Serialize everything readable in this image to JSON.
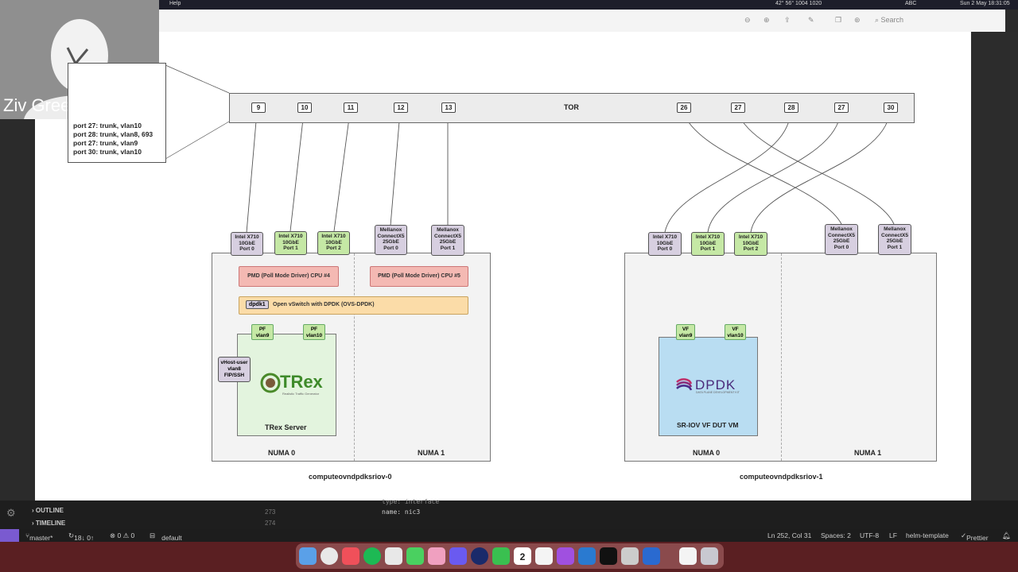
{
  "menubar": {
    "help": "Help",
    "coords": "42° 56° 1004   1020",
    "lang": "ABC",
    "datetime": "Sun 2 May  18:31:05"
  },
  "toolbar": {
    "search": "Search"
  },
  "presenter": {
    "name": "Ziv Greenberg"
  },
  "legend": {
    "lines": [
      "port 27:  trunk, vlan10",
      "port 28:  trunk, vlan8, 693",
      "port 27:  trunk, vlan9",
      "port 30: trunk, vlan10"
    ]
  },
  "tor": {
    "label": "TOR",
    "left_ports": [
      "9",
      "10",
      "11",
      "12",
      "13"
    ],
    "right_ports": [
      "26",
      "27",
      "28",
      "27",
      "30"
    ]
  },
  "server0": {
    "nics": [
      {
        "l1": "Intel X710",
        "l2": "10GbE",
        "l3": "Port 0"
      },
      {
        "l1": "Intel X710",
        "l2": "10GbE",
        "l3": "Port 1"
      },
      {
        "l1": "Intel X710",
        "l2": "10GbE",
        "l3": "Port 2"
      },
      {
        "l1": "Mellanox",
        "l2": "ConnectX5",
        "l3": "25GbE",
        "l4": "Port 0"
      },
      {
        "l1": "Mellanox",
        "l2": "ConnectX5",
        "l3": "25GbE",
        "l4": "Port 1"
      }
    ],
    "pmd4": "PMD (Poll Mode Driver) CPU #4",
    "pmd5": "PMD (Poll Mode Driver) CPU #5",
    "dpdk1": "dpdk1",
    "ovs": "Open vSwitch with DPDK (OVS-DPDK)",
    "pf1": {
      "l1": "PF",
      "l2": "vlan9"
    },
    "pf2": {
      "l1": "PF",
      "l2": "vlan10"
    },
    "vhost": {
      "l1": "vHost-user",
      "l2": "vlan8",
      "l3": "FIP/SSH"
    },
    "trex_logo": "TRex",
    "trex_tagline": "Realistic Traffic Generator",
    "trex_label": "TRex Server",
    "numa0": "NUMA 0",
    "numa1": "NUMA 1",
    "hostname": "computeovndpdksriov-0"
  },
  "server1": {
    "nics": [
      {
        "l1": "Intel X710",
        "l2": "10GbE",
        "l3": "Port 0"
      },
      {
        "l1": "Intel X710",
        "l2": "10GbE",
        "l3": "Port 1"
      },
      {
        "l1": "Intel X710",
        "l2": "10GbE",
        "l3": "Port 2"
      },
      {
        "l1": "Mellanox",
        "l2": "ConnectX5",
        "l3": "25GbE",
        "l4": "Port 0"
      },
      {
        "l1": "Mellanox",
        "l2": "ConnectX5",
        "l3": "25GbE",
        "l4": "Port 1"
      }
    ],
    "vf1": {
      "l1": "VF",
      "l2": "vlan9"
    },
    "vf2": {
      "l1": "VF",
      "l2": "vlan10"
    },
    "dpdk_logo": "DPDK",
    "dpdk_tagline": "DATA PLANE DEVELOPMENT KIT",
    "vm_label": "SR-IOV VF  DUT VM",
    "numa0": "NUMA 0",
    "numa1": "NUMA 1",
    "hostname": "computeovndpdksriov-1"
  },
  "ide": {
    "outline": "OUTLINE",
    "timeline": "TIMELINE",
    "line_a": "273",
    "line_b": "274",
    "code_a": "type: interface",
    "code_b": "name: nic3"
  },
  "status": {
    "branch": "master*",
    "sync": "18↓ 0↑",
    "problems": "⊗ 0 ⚠ 0",
    "profile": "default",
    "position": "Ln 252, Col 31",
    "spaces": "Spaces: 2",
    "encoding": "UTF-8",
    "eol": "LF",
    "language": "helm-template",
    "formatter": "Prettier"
  },
  "dock": {
    "calendar_day": "2"
  }
}
